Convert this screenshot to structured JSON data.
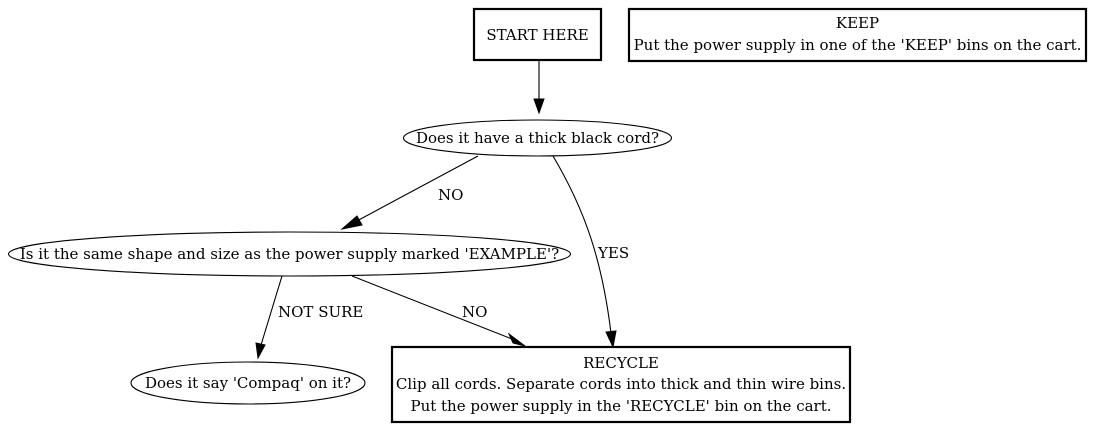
{
  "nodes": {
    "start": {
      "label": "START HERE"
    },
    "keep": {
      "title": "KEEP",
      "body": "Put the power supply in one of the 'KEEP' bins on the cart."
    },
    "thick_cord": {
      "label": "Does it have a thick black cord?"
    },
    "same_shape": {
      "label": "Is it the same shape and size as the power supply marked 'EXAMPLE'?"
    },
    "compaq": {
      "label": "Does it say 'Compaq' on it?"
    },
    "recycle": {
      "title": "RECYCLE",
      "line1": "Clip all cords. Separate cords into thick and thin wire bins.",
      "line2": "Put the power supply in the 'RECYCLE' bin on the cart."
    }
  },
  "edges": {
    "start_to_thick": {
      "label": ""
    },
    "thick_to_shape": {
      "label": "NO"
    },
    "thick_to_recycle": {
      "label": "YES"
    },
    "shape_to_compaq": {
      "label": "NOT SURE"
    },
    "shape_to_recycle": {
      "label": "NO"
    }
  }
}
